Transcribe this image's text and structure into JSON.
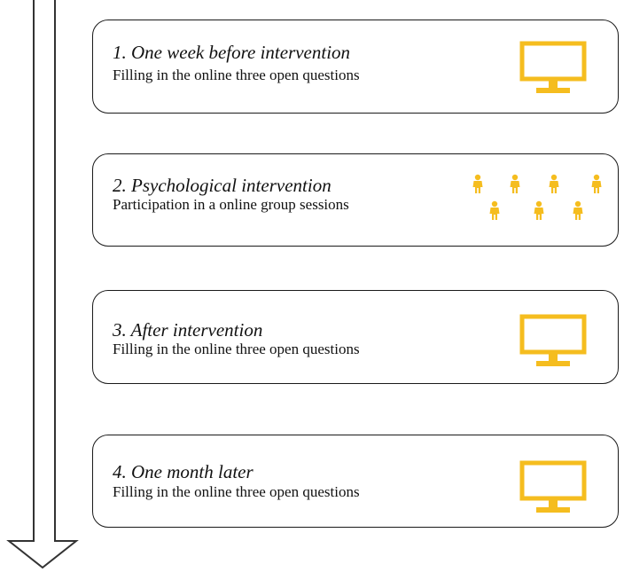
{
  "steps": [
    {
      "title": "1. One week before intervention",
      "description": "Filling in the online three open questions",
      "icon": "monitor-icon"
    },
    {
      "title": "2. Psychological intervention",
      "description": "Participation in a online group sessions",
      "icon": "group-people-icon"
    },
    {
      "title": "3. After intervention",
      "description": "Filling in the online three open questions",
      "icon": "monitor-icon"
    },
    {
      "title": "4. One month later",
      "description": "Filling in the online three open questions",
      "icon": "monitor-icon"
    }
  ],
  "colors": {
    "icon": "#f5bd1f",
    "border": "#1a1a1a",
    "arrow": "#333333"
  }
}
